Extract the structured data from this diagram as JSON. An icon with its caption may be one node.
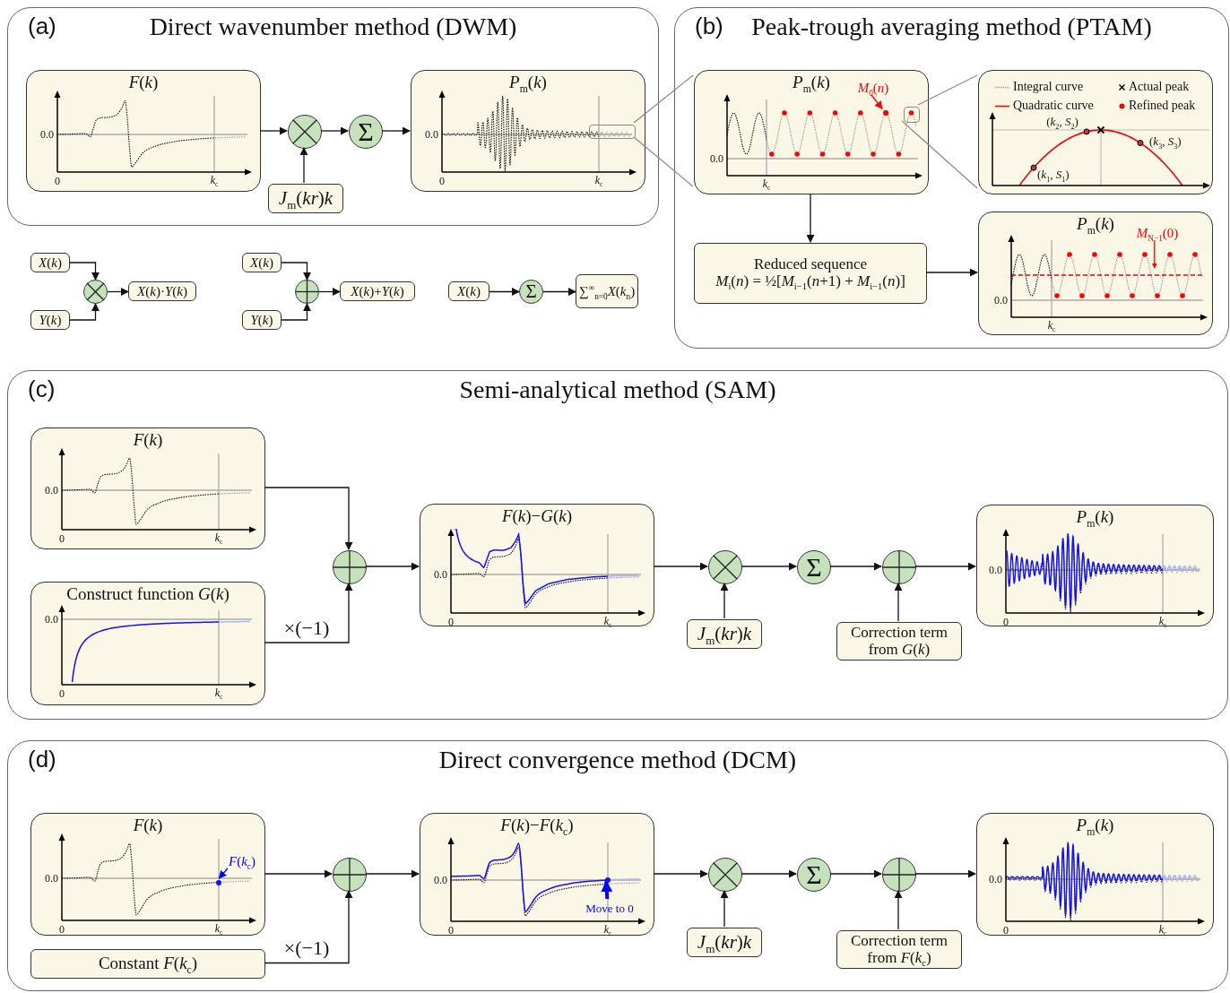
{
  "diagram": {
    "nodes": [
      {
        "text": [
          "(a)",
          "Direct wavenumber method (DWM)"
        ]
      },
      {
        "text": [
          "*F*(*k*)"
        ],
        "in": 0
      },
      {
        "text": [],
        "shape": "circle",
        "in": 0
      },
      {
        "text": [
          "Σ"
        ],
        "in": 0
      },
      {
        "text": [
          "*P*$_{m}$(*k*)"
        ],
        "in": 0
      },
      {
        "text": [],
        "shape": "box",
        "in": 4
      },
      {
        "text": [
          "*J*$_{m}$(*kr*)*k*"
        ],
        "in": 0
      },
      {
        "text": [
          "*X*(*k*)"
        ]
      },
      {
        "text": [
          "*Y*(*k*)"
        ]
      },
      {
        "text": [],
        "shape": "circle"
      },
      {
        "text": [
          "*X*(*k*)·*Y*(*k*)"
        ]
      },
      {
        "text": [
          "*X*(*k*)"
        ]
      },
      {
        "text": [
          "*Y*(*k*)"
        ]
      },
      {
        "text": [],
        "shape": "circle"
      },
      {
        "text": [
          "*X*(*k*)+*Y*(*k*)"
        ]
      },
      {
        "text": [
          "*X*(*k*)"
        ]
      },
      {
        "text": [
          "Σ"
        ]
      },
      {
        "text": [
          "∑$^{∞}$$_{n=0}$*X*(*k*$_{n}$)"
        ]
      },
      {
        "text": [
          "(b)",
          "Peak-trough averaging method (PTAM)"
        ]
      },
      {
        "text": [
          "*P*$_{m}$(*k*)"
        ],
        "in": 18
      },
      {
        "text": [],
        "shape": "box",
        "in": 19
      },
      {
        "text": [],
        "shape": "box",
        "in": 18
      },
      {
        "text": [
          "Reduced sequence",
          "*M*$_{i}$(*n*) = ½[*M*$_{i−1}$(*n*+1) + *M*$_{i−1}$(*n*)]"
        ],
        "in": 18
      },
      {
        "text": [
          "*P*$_{m}$(*k*)"
        ],
        "in": 18
      },
      {
        "text": [
          "(c)",
          "Semi-analytical method (SAM)"
        ]
      },
      {
        "text": [
          "*F*(*k*)"
        ],
        "in": 24
      },
      {
        "text": [
          "Construct function *G*(*k*)"
        ],
        "in": 24
      },
      {
        "text": [],
        "shape": "circle",
        "in": 24
      },
      {
        "text": [
          "*F*(*k*)−*G*(*k*)"
        ],
        "in": 24
      },
      {
        "text": [],
        "shape": "circle",
        "in": 24
      },
      {
        "text": [
          "*J*$_{m}$(*kr*)*k*"
        ],
        "in": 24
      },
      {
        "text": [
          "Σ"
        ],
        "in": 24
      },
      {
        "text": [],
        "shape": "circle",
        "in": 24
      },
      {
        "text": [
          "Correction term from *G*(*k*)"
        ],
        "in": 24
      },
      {
        "text": [
          "*P*$_{m}$(*k*)"
        ],
        "in": 24
      },
      {
        "text": [
          "(d)",
          "Direct convergence method (DCM)"
        ]
      },
      {
        "text": [
          "*F*(*k*)"
        ],
        "in": 35
      },
      {
        "text": [
          "Constant *F*(*k*$_{c}$)"
        ],
        "in": 35
      },
      {
        "text": [],
        "shape": "circle",
        "in": 35
      },
      {
        "text": [
          "*F*(*k*)−*F*(*k*$_{c}$)"
        ],
        "in": 35
      },
      {
        "text": [],
        "shape": "circle",
        "in": 35
      },
      {
        "text": [
          "*J*$_{m}$(*kr*)*k*"
        ],
        "in": 35
      },
      {
        "text": [
          "Σ"
        ],
        "in": 35
      },
      {
        "text": [],
        "shape": "circle",
        "in": 35
      },
      {
        "text": [
          "Correction term from *F*(*k*$_{c}$)"
        ],
        "in": 35
      },
      {
        "text": [
          "*P*$_{m}$(*k*)"
        ],
        "in": 35
      },
      {
        "text": [
          "*M*$_{0}$(*n*)"
        ],
        "in": 19
      },
      {
        "text": [
          "*M*$_{N−1}$(0)"
        ],
        "in": 23
      },
      {
        "text": [
          "*F*(*k*$_{c}$)"
        ],
        "in": 36
      },
      {
        "text": [
          "Move to 0"
        ],
        "in": 39
      },
      {
        "text": [],
        "shape": "circle",
        "in": 19
      },
      {
        "text": [],
        "shape": "circle",
        "in": 36
      },
      {
        "text": [],
        "shape": "circle",
        "in": 39
      }
    ],
    "edges": [
      {
        "from": 1,
        "to": 2,
        "arrow": "to"
      },
      {
        "from": 6,
        "to": 2,
        "arrow": "to"
      },
      {
        "from": 2,
        "to": 3,
        "arrow": "to"
      },
      {
        "from": 3,
        "to": 4,
        "arrow": "to"
      },
      {
        "from": 5,
        "to": 19,
        "arrow": "none",
        "color": "#888888"
      },
      {
        "from": 5,
        "to": 19,
        "arrow": "none",
        "color": "#888888"
      },
      {
        "from": 7,
        "to": 9,
        "arrow": "to"
      },
      {
        "from": 8,
        "to": 9,
        "arrow": "to"
      },
      {
        "from": 9,
        "to": 10,
        "arrow": "to"
      },
      {
        "from": 11,
        "to": 13,
        "arrow": "to"
      },
      {
        "from": 12,
        "to": 13,
        "arrow": "to"
      },
      {
        "from": 13,
        "to": 14,
        "arrow": "to"
      },
      {
        "from": 15,
        "to": 16,
        "arrow": "to"
      },
      {
        "from": 16,
        "to": 17,
        "arrow": "to"
      },
      {
        "from": 20,
        "to": 21,
        "arrow": "none",
        "color": "#888888"
      },
      {
        "from": 20,
        "to": 21,
        "arrow": "none",
        "color": "#888888"
      },
      {
        "from": 19,
        "to": 22,
        "arrow": "to"
      },
      {
        "from": 22,
        "to": 23,
        "arrow": "to"
      },
      {
        "from": 25,
        "to": 27,
        "arrow": "to"
      },
      {
        "from": 26,
        "to": 27,
        "arrow": "to",
        "label": "×(−1)"
      },
      {
        "from": 27,
        "to": 28,
        "arrow": "to"
      },
      {
        "from": 28,
        "to": 29,
        "arrow": "to"
      },
      {
        "from": 30,
        "to": 29,
        "arrow": "to"
      },
      {
        "from": 29,
        "to": 31,
        "arrow": "to"
      },
      {
        "from": 31,
        "to": 32,
        "arrow": "to"
      },
      {
        "from": 33,
        "to": 32,
        "arrow": "to"
      },
      {
        "from": 32,
        "to": 34,
        "arrow": "to"
      },
      {
        "from": 36,
        "to": 38,
        "arrow": "to"
      },
      {
        "from": 37,
        "to": 38,
        "arrow": "to",
        "label": "×(−1)"
      },
      {
        "from": 38,
        "to": 39,
        "arrow": "to"
      },
      {
        "from": 39,
        "to": 40,
        "arrow": "to"
      },
      {
        "from": 41,
        "to": 40,
        "arrow": "to"
      },
      {
        "from": 40,
        "to": 42,
        "arrow": "to"
      },
      {
        "from": 42,
        "to": 43,
        "arrow": "to"
      },
      {
        "from": 44,
        "to": 43,
        "arrow": "to"
      },
      {
        "from": 43,
        "to": 45,
        "arrow": "to"
      },
      {
        "from": 46,
        "to": 50,
        "arrow": "to",
        "color": "#ff0000"
      },
      {
        "from": 47,
        "to": null,
        "arrow": "to",
        "color": "#ff0000"
      },
      {
        "from": 48,
        "to": 51,
        "arrow": "to",
        "color": "#0000ff"
      },
      {
        "from": 49,
        "to": 52,
        "arrow": "to",
        "style": "thick",
        "color": "#0000ff"
      }
    ],
    "labels": [
      "0.0",
      "0",
      "*k*$_{c}$",
      "0.0",
      "0",
      "*k*$_{c}$",
      "0.0",
      "*k*$_{c}$",
      "(*k*$_{2}$, *S*$_{2}$)",
      "(*k*$_{3}$, *S*$_{3}$)",
      "(*k*$_{1}$, *S*$_{1}$)",
      "0.0",
      "*k*$_{c}$",
      "0.0",
      "0",
      "*k*$_{c}$",
      "0.0",
      "0",
      "*k*$_{c}$",
      "0.0",
      "0",
      "*k*$_{c}$",
      "0.0",
      "0",
      "*k*$_{c}$",
      "0.0",
      "0",
      "*k*$_{c}$",
      "0.0",
      "0",
      "*k*$_{c}$",
      "0.0",
      "0",
      "*k*$_{c}$"
    ],
    "legend": [
      {
        "text": "Integral curve"
      },
      {
        "text": "Actual peak"
      },
      {
        "text": "Quadratic curve"
      },
      {
        "text": "Refined peak"
      }
    ]
  }
}
